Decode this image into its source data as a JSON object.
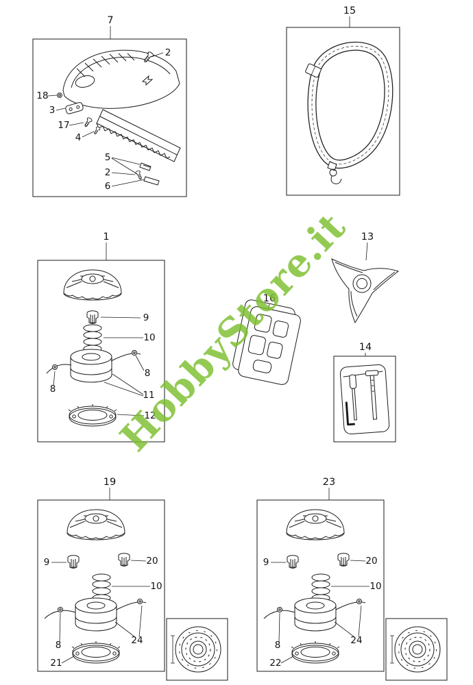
{
  "watermark": {
    "text": "HobbyStore.it",
    "color": "#7cbf2e"
  },
  "diagrams": {
    "guard": {
      "label": "7",
      "callouts": {
        "screw_top": "2",
        "washer": "18",
        "plate": "3",
        "screw_small": "17",
        "screw_pin": "4",
        "bracket": "5",
        "screw_bottom": "2",
        "blade_knife": "6"
      }
    },
    "harness": {
      "label": "15"
    },
    "head_assembly": {
      "label": "1",
      "callouts": {
        "bump_knob": "9",
        "spring": "10",
        "eyelet_right": "8",
        "eyelet_left": "8",
        "spool": "11",
        "cover": "12"
      }
    },
    "gasket_sheet": {
      "label": "16"
    },
    "blade": {
      "label": "13"
    },
    "tool_kit": {
      "label": "14"
    },
    "head_19": {
      "label": "19",
      "callouts": {
        "bump_knob": "9",
        "knob_alt": "20",
        "spring": "10",
        "line_eyelets": "24",
        "eyelet": "8",
        "cover": "21"
      }
    },
    "head_23": {
      "label": "23",
      "callouts": {
        "bump_knob": "9",
        "knob_alt": "20",
        "spring": "10",
        "line_eyelets": "24",
        "eyelet": "8",
        "cover": "22"
      }
    }
  }
}
